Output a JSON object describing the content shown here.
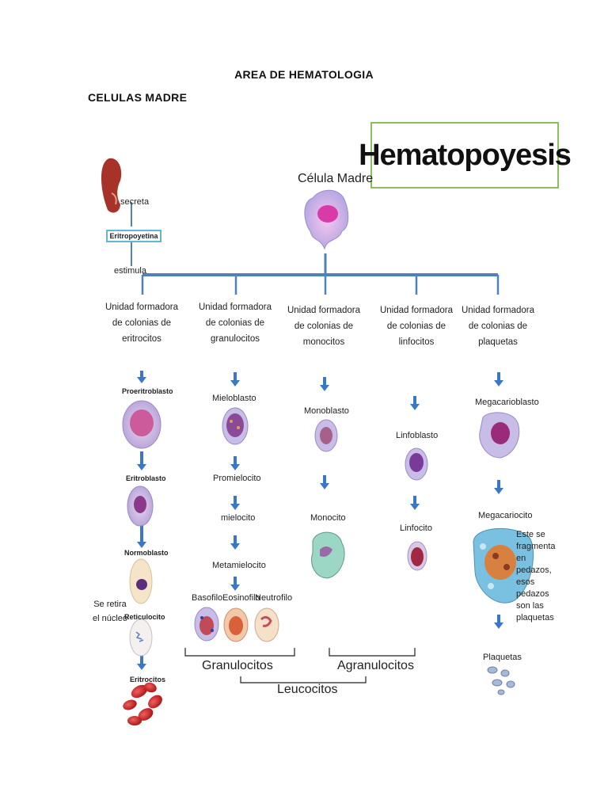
{
  "header": {
    "title": "AREA DE HEMATOLOGIA",
    "section": "CELULAS MADRE"
  },
  "diagram": {
    "title": "Hematopoyesis",
    "stem_cell": "Célula Madre",
    "kidney_labels": {
      "secreta": "secreta",
      "eritropoyetina": "Eritropoyetina",
      "estimula": "estimula"
    },
    "units": [
      "Unidad formadora de colonias de eritrocitos",
      "Unidad formadora de colonias de granulocitos",
      "Unidad formadora de colonias de monocitos",
      "Unidad formadora de colonias de linfocitos",
      "Unidad formadora de colonias de plaquetas"
    ],
    "erythro": [
      "Proeritroblasto",
      "Eritroblasto",
      "Normoblasto",
      "Reticulocito",
      "Eritrocitos"
    ],
    "retire_note": "Se retira el núcleo",
    "granulo": [
      "Mieloblasto",
      "Promielocito",
      "mielocito",
      "Metamielocito"
    ],
    "granulo_final": [
      "Basofilo",
      "Eosinofilo",
      "Neutrofilo"
    ],
    "mono": [
      "Monoblasto",
      "Monocito"
    ],
    "linfo": [
      "Linfoblasto",
      "Linfocito"
    ],
    "plaq": [
      "Megacarioblasto",
      "Megacariocito",
      "Plaquetas"
    ],
    "mega_note": "Este se fragmenta en pedazos, esos pedazos son las plaquetas",
    "groups": {
      "granulocitos": "Granulocitos",
      "agranulocitos": "Agranulocitos",
      "leucocitos": "Leucocitos"
    },
    "colors": {
      "line": "#4f81bd",
      "arrow": "#3b78c4",
      "border": "#8cbf5a",
      "box": "#62b6d8"
    }
  }
}
